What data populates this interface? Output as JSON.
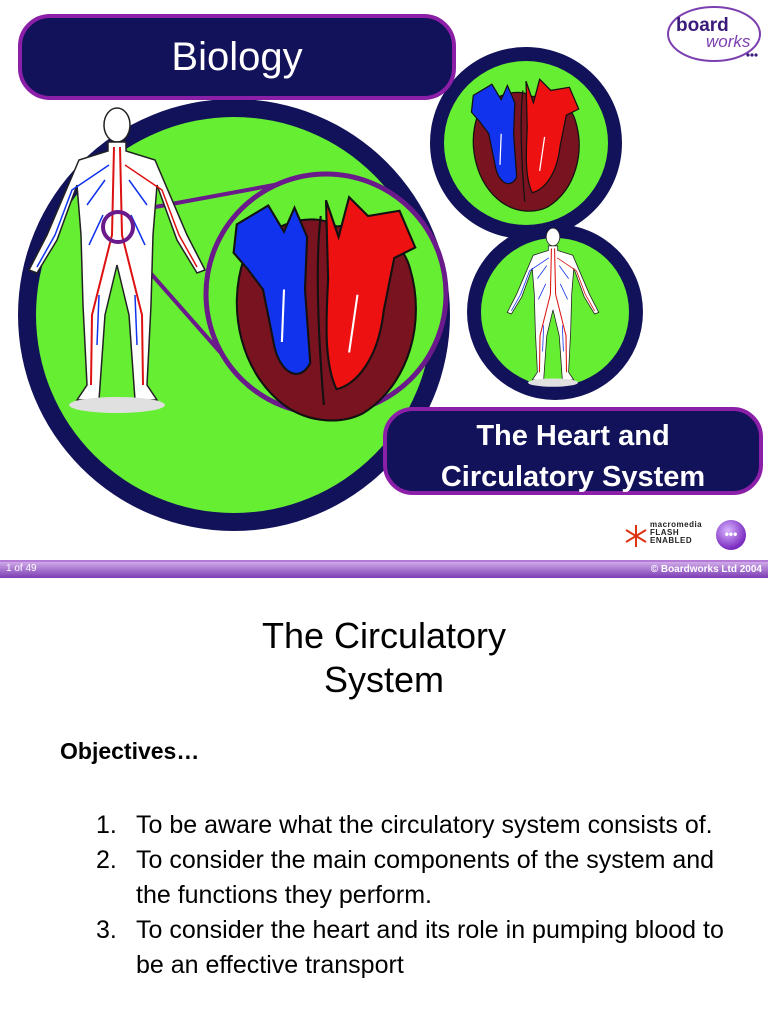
{
  "slide1": {
    "subject": "Biology",
    "title_line1": "The Heart and",
    "title_line2": "Circulatory System",
    "logo_top": "board",
    "logo_bottom": "works",
    "flash_line1": "macromedia",
    "flash_line2": "FLASH",
    "flash_line3": "ENABLED",
    "flash_button": "•••",
    "slide_counter": "1 of 49",
    "copyright": "© Boardworks Ltd 2004"
  },
  "slide2": {
    "title_line1": "The Circulatory",
    "title_line2": "System",
    "objectives_heading": "Objectives…",
    "objectives": [
      {
        "num": "1.",
        "text": "To be aware what the circulatory system consists of."
      },
      {
        "num": "2.",
        "text": "To consider the main components of the system and the functions they perform."
      },
      {
        "num": "3.",
        "text": "To consider the heart and its role in pumping blood to be an effective transport"
      }
    ]
  },
  "colors": {
    "navy": "#12125a",
    "purple": "#8b1fa8",
    "green": "#66ee33",
    "red": "#ee1111",
    "blue": "#1133ee",
    "maroon": "#7a1320"
  },
  "icons": [
    "human-figure-icon",
    "heart-diagram-icon",
    "flash-logo-icon"
  ]
}
